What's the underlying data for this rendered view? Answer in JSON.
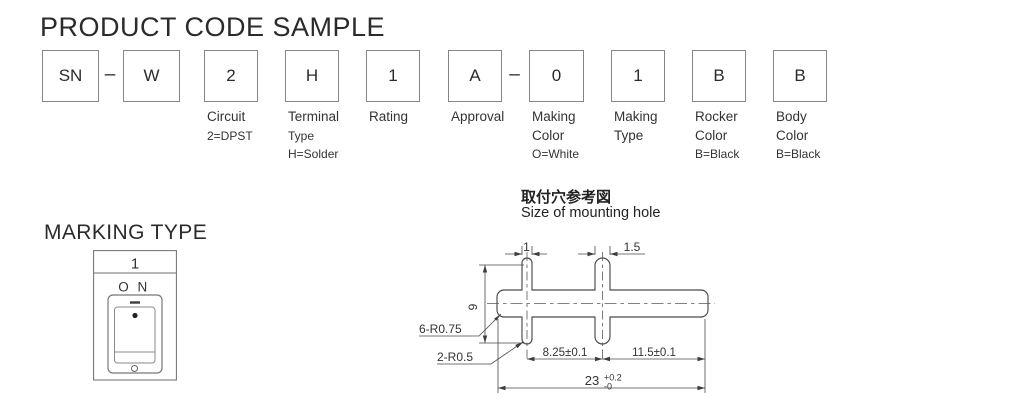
{
  "colors": {
    "ink": "#2b2b2b",
    "line": "#4a4a4a",
    "box_border": "#858585"
  },
  "product_code_section": {
    "title": "PRODUCT CODE SAMPLE",
    "segments": [
      {
        "code": "SN",
        "dash_after": "–",
        "lines": []
      },
      {
        "code": "W",
        "lines": []
      },
      {
        "code": "2",
        "lines": [
          "Circuit",
          "2=DPST"
        ]
      },
      {
        "code": "H",
        "lines": [
          "Terminal",
          "Type",
          "H=Solder"
        ]
      },
      {
        "code": "1",
        "lines": [
          "Rating"
        ]
      },
      {
        "code": "A",
        "dash_after": "–",
        "lines": [
          "Approval"
        ]
      },
      {
        "code": "0",
        "lines": [
          "Making",
          "Color",
          "O=White"
        ]
      },
      {
        "code": "1",
        "lines": [
          "Making",
          "Type"
        ]
      },
      {
        "code": "B",
        "lines": [
          "Rocker",
          "Color",
          "B=Black"
        ]
      },
      {
        "code": "B",
        "lines": [
          "Body",
          "Color",
          "B=Black"
        ]
      }
    ]
  },
  "marking_type_section": {
    "title": "MARKING TYPE",
    "switch": {
      "position_number": "1",
      "on_label": "O N"
    }
  },
  "mounting_hole_section": {
    "title_ja": "取付穴参考図",
    "title_en": "Size of mounting hole",
    "dims": {
      "slot_width_left": "1",
      "slot_width_right": "1.5",
      "height": "9",
      "main_radius": "6-R0.75",
      "slot_radius": "2-R0.5",
      "pitch_left": "8.25±0.1",
      "pitch_right": "11.5±0.1",
      "overall_width": "23",
      "overall_tol_plus": "+0.2",
      "overall_tol_minus": "-0"
    }
  }
}
